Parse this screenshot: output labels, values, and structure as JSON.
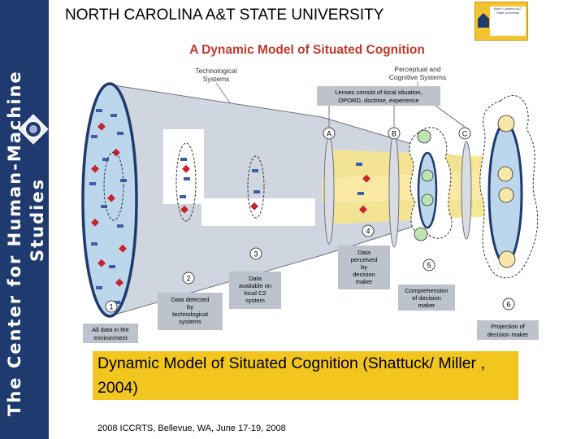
{
  "sidebar": {
    "main_text": "The Center for Human-Machine",
    "sub_text": "Studies"
  },
  "header": {
    "university": "NORTH CAROLINA  A&T STATE UNIVERSITY",
    "logo_text": "North Carolina A&T State University"
  },
  "diagram": {
    "title": "A Dynamic Model of Situated Cognition",
    "label_tech": [
      "Technological",
      "Systems"
    ],
    "label_perceptual": [
      "Perceptual and",
      "Cognitive Systems"
    ],
    "lenses_box": [
      "Lenses consist of local situation,",
      "OPORD, doctrine, experience"
    ],
    "lens_a": "A",
    "lens_b": "B",
    "lens_c": "C",
    "num_1": "1",
    "num_2": "2",
    "num_3": "3",
    "num_4": "4",
    "num_5": "5",
    "num_6": "6",
    "box_all_data": [
      "All data in the",
      "environment"
    ],
    "box_detected": [
      "Data detected",
      "by",
      "technological",
      "systems"
    ],
    "box_available": [
      "Data",
      "available on",
      "local C2",
      "system"
    ],
    "box_perceived": [
      "Data",
      "perceived",
      "by",
      "decision",
      "maker"
    ],
    "box_comprehension": [
      "Comprehension",
      "of decision",
      "maker"
    ],
    "box_projection": [
      "Projection of",
      "decision maker"
    ]
  },
  "caption": "Dynamic Model of Situated Cognition (Shattuck/ Miller , 2004)",
  "footer": "2008 ICCRTS, Bellevue, WA, June 17-19, 2008",
  "colors": {
    "sidebar": "#1f3a6e",
    "caption_bg": "#f2c61f",
    "title_red": "#c0392b",
    "beam_yellow": "#f6e58d",
    "data_blue": "#3d5fa8",
    "data_red": "#c8232c"
  }
}
